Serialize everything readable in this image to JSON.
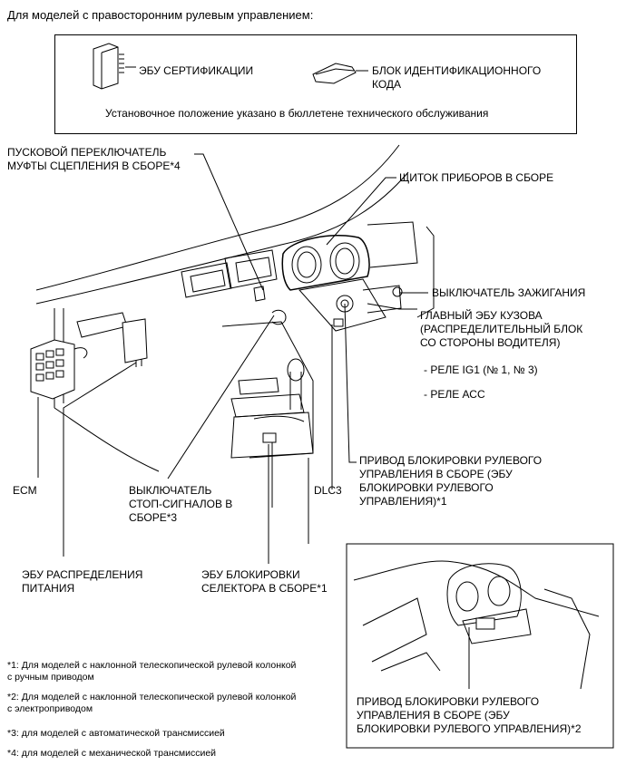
{
  "title": "Для моделей с правосторонним рулевым управлением:",
  "legend": {
    "cert_ecu": "ЭБУ СЕРТИФИКАЦИИ",
    "id_block": "БЛОК ИДЕНТИФИКАЦИОННОГО\nКОДА",
    "note": "Установочное положение указано в бюллетене технического обслуживания"
  },
  "labels": {
    "clutch_switch": "ПУСКОВОЙ ПЕРЕКЛЮЧАТЕЛЬ\nМУФТЫ СЦЕПЛЕНИЯ В СБОРЕ*4",
    "instrument_panel": "ЩИТОК ПРИБОРОВ В СБОРЕ",
    "ignition_switch": "ВЫКЛЮЧАТЕЛЬ ЗАЖИГАНИЯ",
    "body_ecu": "ГЛАВНЫЙ ЭБУ КУЗОВА\n(РАСПРЕДЕЛИТЕЛЬНЫЙ БЛОК\nСО СТОРОНЫ ВОДИТЕЛЯ)",
    "relay_ig1": "- РЕЛЕ IG1 (№ 1, № 3)",
    "relay_acc": "- РЕЛЕ АСС",
    "steering_lock": "ПРИВОД БЛОКИРОВКИ РУЛЕВОГО\nУПРАВЛЕНИЯ В СБОРЕ (ЭБУ\nБЛОКИРОВКИ РУЛЕВОГО\nУПРАВЛЕНИЯ)*1",
    "ecm": "ECM",
    "stop_switch": "ВЫКЛЮЧАТЕЛЬ\nСТОП-СИГНАЛОВ В\nСБОРЕ*3",
    "dlc3": "DLC3",
    "power_dist_ecu": "ЭБУ РАСПРЕДЕЛЕНИЯ\nПИТАНИЯ",
    "shift_lock_ecu": "ЭБУ БЛОКИРОВКИ\nСЕЛЕКТОРА В СБОРЕ*1",
    "steering_lock_2": "ПРИВОД БЛОКИРОВКИ РУЛЕВОГО\nУПРАВЛЕНИЯ В СБОРЕ (ЭБУ\nБЛОКИРОВКИ РУЛЕВОГО УПРАВЛЕНИЯ)*2"
  },
  "footnotes": [
    "*1: Для моделей с наклонной телескопической рулевой колонкой\nс ручным приводом",
    "*2: Для моделей с наклонной телескопической рулевой колонкой\nс электроприводом",
    "*3: для моделей с автоматической трансмиссией",
    "*4: для моделей с механической трансмиссией"
  ]
}
